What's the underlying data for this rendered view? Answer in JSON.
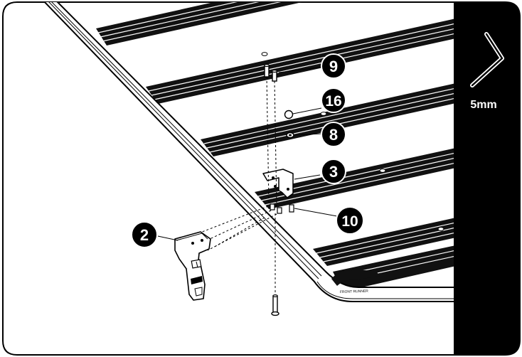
{
  "callouts": {
    "c9": "9",
    "c16": "16",
    "c8": "8",
    "c3": "3",
    "c10": "10",
    "c2": "2"
  },
  "tool": {
    "label": "5mm",
    "icon": "hex-key-icon"
  },
  "colors": {
    "ink": "#000000",
    "paper": "#ffffff",
    "panel": "#000000"
  }
}
